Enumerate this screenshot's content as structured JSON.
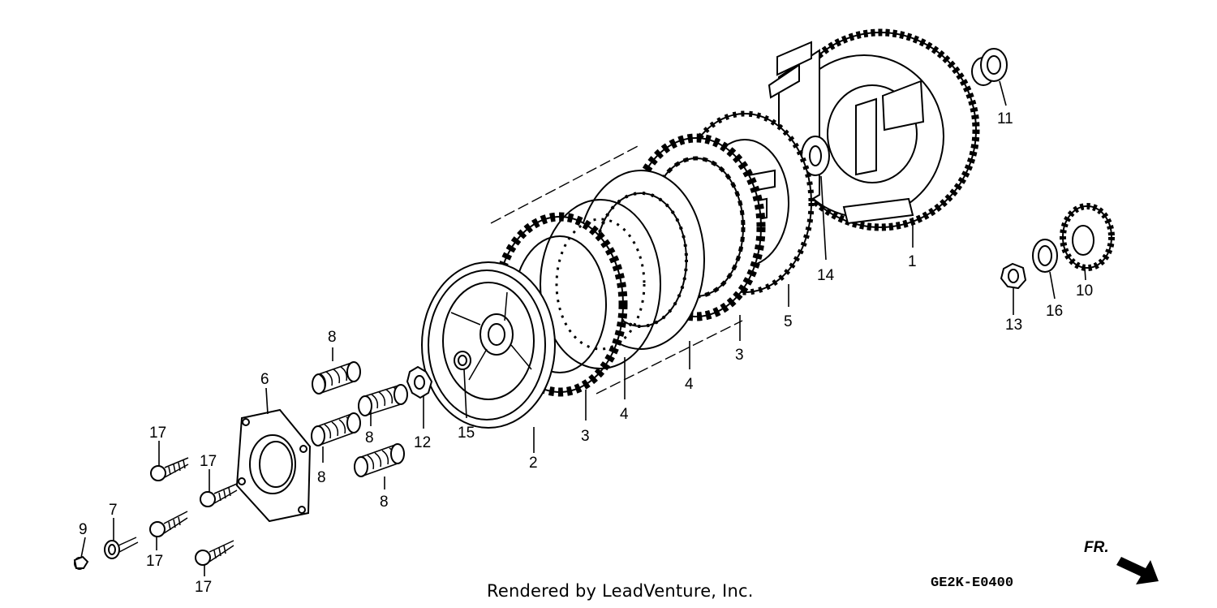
{
  "callouts": {
    "c1": "1",
    "c2": "2",
    "c3a": "3",
    "c3b": "3",
    "c4a": "4",
    "c4b": "4",
    "c5": "5",
    "c6": "6",
    "c7": "7",
    "c8a": "8",
    "c8b": "8",
    "c8c": "8",
    "c8d": "8",
    "c9": "9",
    "c10": "10",
    "c11": "11",
    "c12": "12",
    "c13": "13",
    "c14": "14",
    "c15": "15",
    "c16": "16",
    "c17a": "17",
    "c17b": "17",
    "c17c": "17",
    "c17d": "17"
  },
  "footer": {
    "credit": "Rendered by LeadVenture, Inc.",
    "diagram_code": "GE2K-E0400",
    "front_indicator": "FR."
  }
}
